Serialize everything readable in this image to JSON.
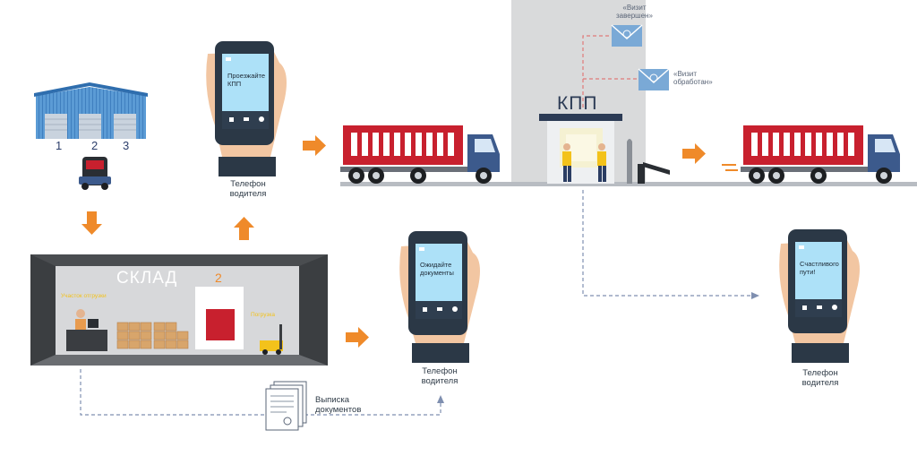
{
  "warehouse_gates": [
    "1",
    "2",
    "3"
  ],
  "sklad": {
    "title": "СКЛАД",
    "gate_number": "2",
    "zone_left": "Участок отгрузки",
    "zone_right": "Погрузка"
  },
  "checkpoint": {
    "title": "КПП",
    "msg_completed": [
      "«Визит",
      "завершен»"
    ],
    "msg_processed": [
      "«Визит",
      "обработан»"
    ]
  },
  "phones": {
    "phone1": {
      "screen": [
        "Проезжайте",
        "КПП"
      ],
      "caption": [
        "Телефон",
        "водителя"
      ]
    },
    "phone2": {
      "screen": [
        "Ожидайте",
        "документы"
      ],
      "caption": [
        "Телефон",
        "водителя"
      ]
    },
    "phone3": {
      "screen": [
        "Счастливого",
        "пути!"
      ],
      "caption": [
        "Телефон",
        "водителя"
      ]
    }
  },
  "documents": {
    "label": [
      "Выписка",
      "документов"
    ]
  },
  "colors": {
    "truck_red": "#c8202e",
    "truck_cab": "#3c5a8c",
    "arrow_orange": "#ef8a2a",
    "gray_panel": "#d9dadb",
    "dark_warehouse": "#4a4d50",
    "dashed_line": "#7f8fb0",
    "message_blue": "#7aa9d6"
  }
}
